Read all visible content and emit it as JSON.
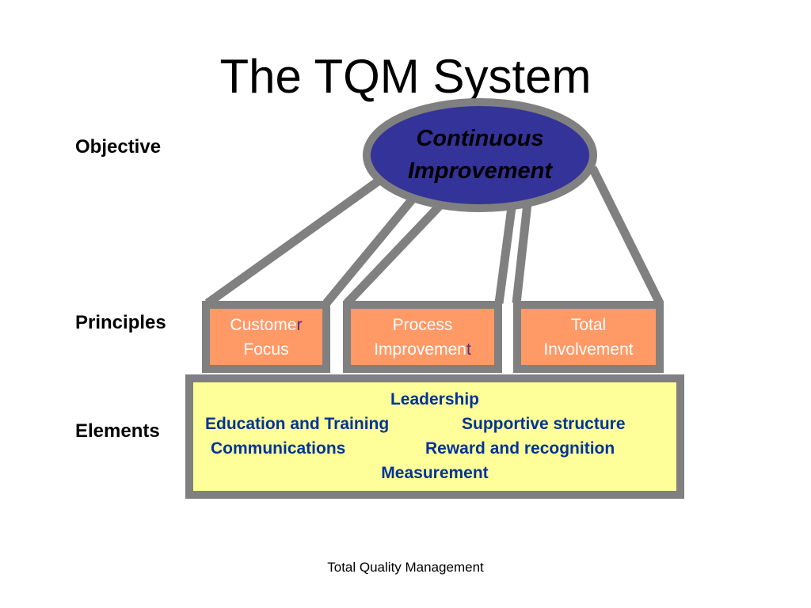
{
  "title": "The TQM System",
  "row_labels": {
    "objective": "Objective",
    "principles": "Principles",
    "elements": "Elements"
  },
  "objective": {
    "line1": "Continuous",
    "line2": "Improvement"
  },
  "principles": {
    "customer": {
      "line1_main": "Custome",
      "line1_accent": "r",
      "line2": "Focus"
    },
    "process": {
      "line1": "Process",
      "line2_main": "Improvemen",
      "line2_accent": "t"
    },
    "total": {
      "line1": "Total",
      "line2": "Involvement"
    }
  },
  "elements": {
    "leadership": "Leadership",
    "education": "Education and Training",
    "supportive": "Supportive structure",
    "communications": "Communications",
    "reward": "Reward and recognition",
    "measurement": "Measurement"
  },
  "footer": "Total Quality Management",
  "colors": {
    "ellipse_fill": "#333399",
    "connector_gray": "#808080",
    "principle_fill": "#ff9966",
    "principle_text": "#ffffff",
    "elements_fill": "#ffff99",
    "elements_text": "#003399"
  }
}
